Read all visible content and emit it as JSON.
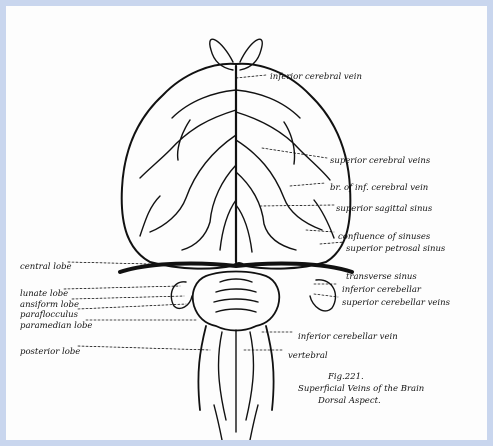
{
  "figure": {
    "number": "Fig.221.",
    "caption_line1": "Superficial Veins of the Brain",
    "caption_line2": "Dorsal Aspect."
  },
  "labels_right": {
    "inferior_cerebral_vein": "inferior cerebral vein",
    "superior_cerebral_veins": "superior cerebral veins",
    "br_inf_cerebral_vein": "br. of inf. cerebral vein",
    "superior_sagittal_sinus": "superior sagittal sinus",
    "confluence_of_sinuses": "confluence of sinuses",
    "superior_petrosal_sinus": "superior petrosal sinus",
    "transverse_sinus": "transverse sinus",
    "inferior_cerebellar": "inferior cerebellar",
    "superior_cerebellar_veins": "superior cerebellar veins",
    "inferior_cerebellar_vein": "inferior cerebellar vein",
    "vertebral": "vertebral"
  },
  "labels_left": {
    "central_lobe": "central lobe",
    "lunate_lobe": "lunate lobe",
    "ansiform_lobe": "ansiform lobe",
    "paraflocculus": "paraflocculus",
    "paramedian_lobe": "paramedian lobe",
    "posterior_lobe": "posterior lobe"
  },
  "colors": {
    "frame_border": "#c9d6ee",
    "ink": "#111111",
    "paper": "#fdfdfd"
  }
}
